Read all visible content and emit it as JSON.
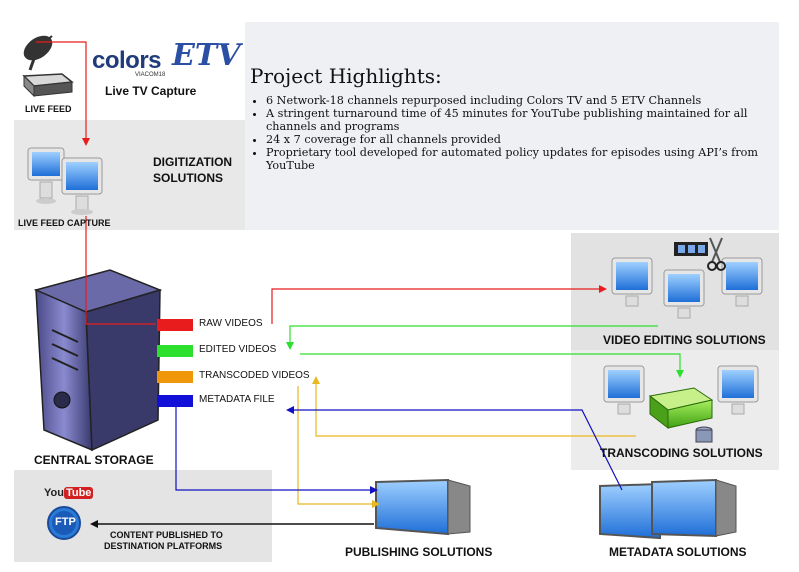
{
  "title": "Project Highlights:",
  "highlights": [
    "6 Network-18 channels repurposed including Colors TV and 5 ETV Channels",
    "A stringent turnaround time of 45 minutes for YouTube publishing maintained for all channels and programs",
    "24 x 7 coverage for all channels provided",
    "Proprietary  tool developed for automated policy updates for episodes using API’s from YouTube"
  ],
  "labels": {
    "live_feed": "LIVE FEED",
    "live_tv_capture": "Live TV Capture",
    "digitization": [
      "DIGITIZATION",
      "SOLUTIONS"
    ],
    "live_feed_capture": "LIVE FEED CAPTURE",
    "central_storage": "CENTRAL STORAGE",
    "video_editing": "VIDEO EDITING SOLUTIONS",
    "transcoding": "TRANSCODING SOLUTIONS",
    "publishing": "PUBLISHING SOLUTIONS",
    "metadata": "METADATA SOLUTIONS",
    "content_published": [
      "CONTENT PUBLISHED TO",
      "DESTINATION PLATFORMS"
    ]
  },
  "logos": {
    "colors": "colors",
    "viacom": "VIACOM18",
    "etv": "ETV",
    "youtube_you": "You",
    "youtube_tube": "Tube",
    "ftp": "FTP"
  },
  "legend": [
    {
      "label": "RAW VIDEOS",
      "color": "#e81c1c"
    },
    {
      "label": "EDITED VIDEOS",
      "color": "#2ee02e"
    },
    {
      "label": "TRANSCODED VIDEOS",
      "color": "#f0960a"
    },
    {
      "label": "METADATA FILE",
      "color": "#1010d8"
    }
  ],
  "colors": {
    "band_gray": "#e6e6e6",
    "band_light": "#eef0f3",
    "raw": "#e81c1c",
    "edited": "#2ee02e",
    "transcoded": "#e8b820",
    "metadata": "#1010c0"
  }
}
